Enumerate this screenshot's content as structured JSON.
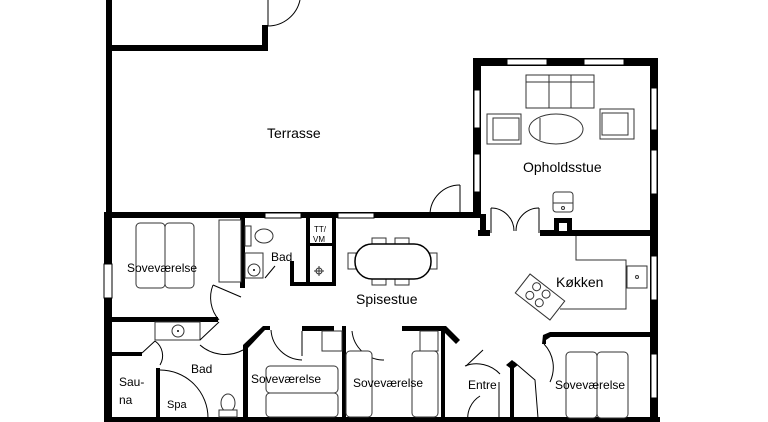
{
  "plan": {
    "type": "floor-plan",
    "wall_color": "#000000",
    "background_color": "#ffffff",
    "rooms": [
      {
        "id": "terrasse",
        "label": "Terrasse"
      },
      {
        "id": "opholdsstue",
        "label": "Opholdsstue"
      },
      {
        "id": "spisestue",
        "label": "Spisestue"
      },
      {
        "id": "kokken",
        "label": "Køkken"
      },
      {
        "id": "bad-1",
        "label": "Bad"
      },
      {
        "id": "tt-vm-1",
        "label": "TT/"
      },
      {
        "id": "tt-vm-2",
        "label": "VM"
      },
      {
        "id": "sovevaerelse-1",
        "label": "Soveværelse"
      },
      {
        "id": "bad-2",
        "label": "Bad"
      },
      {
        "id": "sauna-1",
        "label": "Sau-"
      },
      {
        "id": "sauna-2",
        "label": "na"
      },
      {
        "id": "spa",
        "label": "Spa"
      },
      {
        "id": "sovevaerelse-2",
        "label": "Soveværelse"
      },
      {
        "id": "sovevaerelse-3",
        "label": "Soveværelse"
      },
      {
        "id": "entre",
        "label": "Entre"
      },
      {
        "id": "sovevaerelse-4",
        "label": "Soveværelse"
      }
    ]
  }
}
